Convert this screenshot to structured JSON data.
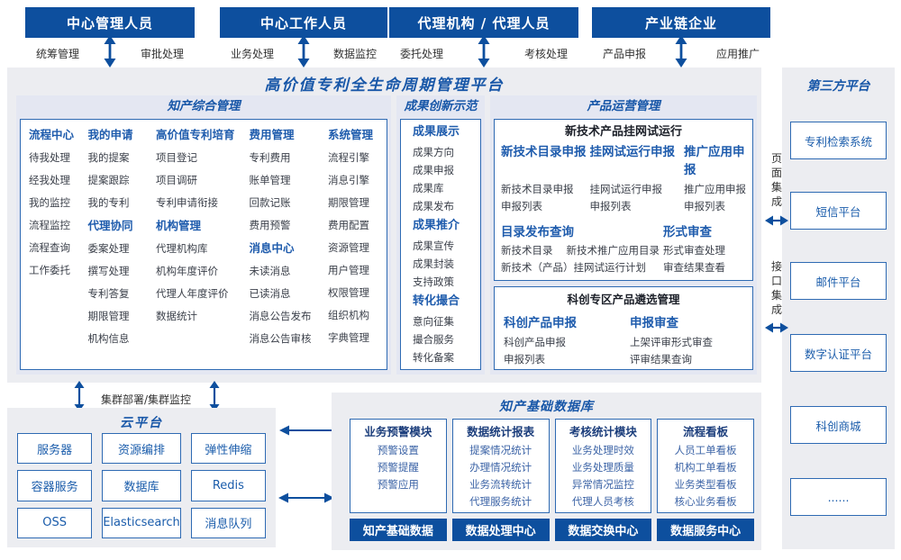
{
  "actors": [
    {
      "title": "中心管理人员",
      "left_label": "统筹管理",
      "right_label": "审批处理"
    },
    {
      "title": "中心工作人员",
      "left_label": "业务处理",
      "right_label": "数据监控"
    },
    {
      "title": "代理机构 / 代理人员",
      "left_label": "委托处理",
      "right_label": "考核处理"
    },
    {
      "title": "产业链企业",
      "left_label": "产品申报",
      "right_label": "应用推广"
    }
  ],
  "main": {
    "title": "高价值专利全生命周期管理平台",
    "zonghe": {
      "title": "知产综合管理",
      "col1": {
        "h": "流程中心",
        "items": [
          "待我处理",
          "经我处理",
          "我的监控",
          "流程监控",
          "流程查询",
          "工作委托"
        ]
      },
      "col2": {
        "h1": "我的申请",
        "g1": [
          "我的提案",
          "提案跟踪",
          "我的专利"
        ],
        "h2": "代理协同",
        "g2": [
          "委案处理",
          "撰写处理",
          "专利答复",
          "期限管理",
          "机构信息"
        ]
      },
      "col3": {
        "h1": "高价值专利培育",
        "g1": [
          "项目登记",
          "项目调研",
          "专利申请衔接"
        ],
        "h2": "机构管理",
        "g2": [
          "代理机构库",
          "机构年度评价",
          "代理人年度评价",
          "数据统计"
        ]
      },
      "col4": {
        "h1": "费用管理",
        "g1": [
          "专利费用",
          "账单管理",
          "回款记账",
          "费用预警"
        ],
        "h2": "消息中心",
        "g2": [
          "未读消息",
          "已读消息",
          "消息公告发布",
          "消息公告审核"
        ]
      },
      "col5": {
        "h": "系统管理",
        "items": [
          "流程引擎",
          "消息引擎",
          "期限管理",
          "费用配置",
          "资源管理",
          "用户管理",
          "权限管理",
          "组织机构",
          "字典管理"
        ]
      }
    },
    "chengguo": {
      "title": "成果创新示范",
      "g1": {
        "header": "成果展示",
        "items": [
          "成果方向",
          "成果申报",
          "成果库",
          "成果发布"
        ]
      },
      "g2": {
        "header": "成果推介",
        "items": [
          "成果宣传",
          "成果封装",
          "支持政策"
        ]
      },
      "g3": {
        "header": "转化撮合",
        "items": [
          "意向征集",
          "撮合服务",
          "转化备案"
        ]
      }
    },
    "chanpin": {
      "title": "产品运营管理",
      "box1": {
        "title": "新技术产品挂网试运行",
        "cols": [
          {
            "header": "新技术目录申报",
            "items": [
              "新技术目录申报",
              "申报列表"
            ]
          },
          {
            "header": "挂网试运行申报",
            "items": [
              "挂网试运行申报",
              "申报列表"
            ]
          },
          {
            "header": "推广应用申报",
            "items": [
              "推广应用申报",
              "申报列表"
            ]
          }
        ],
        "catalog": {
          "header": "目录发布查询",
          "items": [
            "新技术目录",
            "新技术推广应用目录",
            "新技术（产品）挂网试运行计划"
          ]
        },
        "review": {
          "header": "形式审查",
          "items": [
            "形式审查处理",
            "审查结果查看"
          ]
        }
      },
      "box2": {
        "title": "科创专区产品遴选管理",
        "c1": {
          "header": "科创产品申报",
          "items": [
            "科创产品申报",
            "申报列表"
          ]
        },
        "c2": {
          "header": "申报审查",
          "items": [
            "上架评审形式审查",
            "评审结果查询"
          ]
        }
      }
    }
  },
  "third_party": {
    "title": "第三方平台",
    "boxes": [
      "专利检索系统",
      "短信平台",
      "邮件平台",
      "数字认证平台",
      "科创商城",
      "......"
    ]
  },
  "links": {
    "page_integration": "页面集成",
    "api_integration": "接口集成",
    "cluster": "集群部署/集群监控"
  },
  "cloud": {
    "title": "云平台",
    "boxes": [
      "服务器",
      "资源编排",
      "弹性伸缩",
      "容器服务",
      "数据库",
      "Redis",
      "OSS",
      "Elasticsearch",
      "消息队列"
    ]
  },
  "data_platform": {
    "title": "知产基础数据库",
    "modules": [
      {
        "header": "业务预警模块",
        "items": [
          "预警设置",
          "预警提醒",
          "预警应用"
        ],
        "footer": "知产基础数据"
      },
      {
        "header": "数据统计报表",
        "items": [
          "提案情况统计",
          "办理情况统计",
          "业务流转统计",
          "代理服务统计"
        ],
        "footer": "数据处理中心"
      },
      {
        "header": "考核统计模块",
        "items": [
          "业务处理时效",
          "业务处理质量",
          "异常情况监控",
          "代理人员考核"
        ],
        "footer": "数据交换中心"
      },
      {
        "header": "流程看板",
        "items": [
          "人员工单看板",
          "机构工单看板",
          "业务类型看板",
          "核心业务看板"
        ],
        "footer": "数据服务中心"
      }
    ]
  },
  "colors": {
    "primary_dark_blue": "#0d4f9e",
    "title_blue": "#1857a8",
    "border_blue": "#2e6ab3",
    "panel_bg": "#ecedf1"
  }
}
